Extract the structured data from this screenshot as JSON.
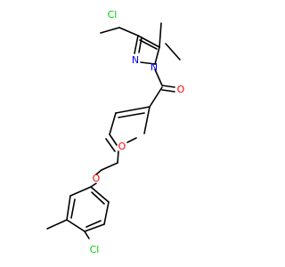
{
  "molecule": {
    "colors": {
      "bond": "#000000",
      "nitrogen": "#0000ff",
      "oxygen": "#ff0000",
      "chlorine": "#00cc00",
      "background": "#ffffff"
    },
    "atom_labels": {
      "cl_top": "Cl",
      "n2": "N",
      "n1": "N",
      "o_carbonyl": "O",
      "o_furan": "O",
      "o_ether": "O",
      "cl_bottom": "Cl"
    }
  }
}
